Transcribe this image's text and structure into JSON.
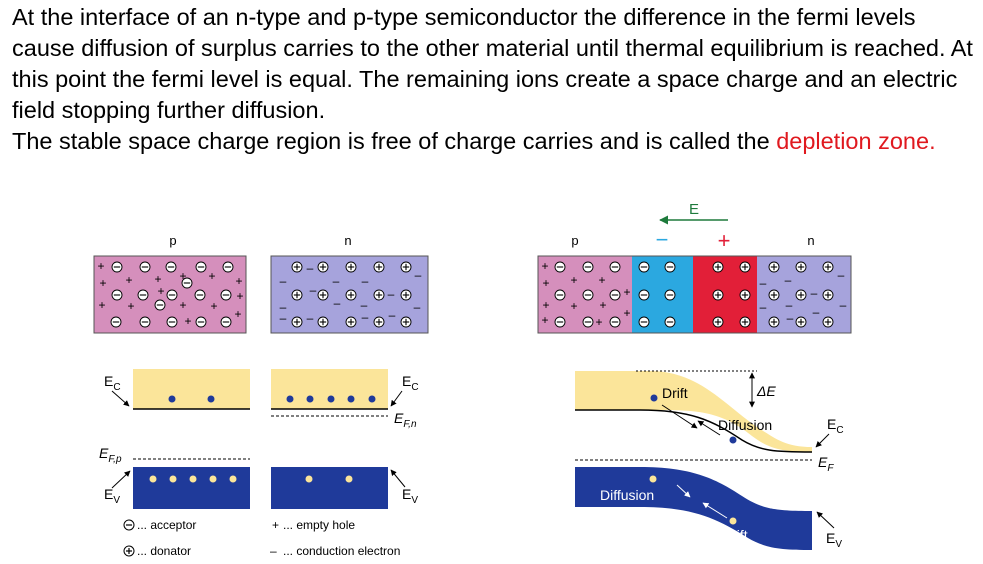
{
  "text": {
    "sentence1": "At the interface of an n-type and p-type semiconductor the difference in the fermi levels cause diffusion of surplus carries to the other material until thermal equilibrium is reached. At this point the fermi level is equal. The remaining ions create a space charge and an electric field stopping further diffusion.",
    "sentence2_prefix": "The stable space charge region is free of charge carries and is called the ",
    "highlight": "depletion zone."
  },
  "colors": {
    "p_region": "#d58fbc",
    "n_region": "#a6a3dc",
    "negative_zone": "#2ba8e0",
    "positive_zone": "#e21f38",
    "conduction_band": "#fbe59a",
    "valence_band": "#1f3a9a",
    "field_arrow": "#1e7a3c",
    "highlight": "#e0191f"
  },
  "left": {
    "p_label": "p",
    "n_label": "n",
    "ec_left": "EC",
    "ec_right": "EC",
    "ef_p": "EF,p",
    "ef_n": "EF,n",
    "ev_left": "EV",
    "ev_right": "EV",
    "legend": {
      "acceptor": "... acceptor",
      "donator": "... donator",
      "hole": "... empty hole",
      "electron": "... conduction electron"
    }
  },
  "right": {
    "field_label": "E",
    "minus_sign": "−",
    "plus_sign": "+",
    "p_label": "p",
    "n_label": "n",
    "delta_e": "ΔE",
    "drift_top": "Drift",
    "diffusion_top": "Diffusion",
    "ec": "EC",
    "ef": "EF",
    "diffusion_bottom": "Diffusion",
    "drift_bottom": "Drift",
    "ev": "EV"
  }
}
